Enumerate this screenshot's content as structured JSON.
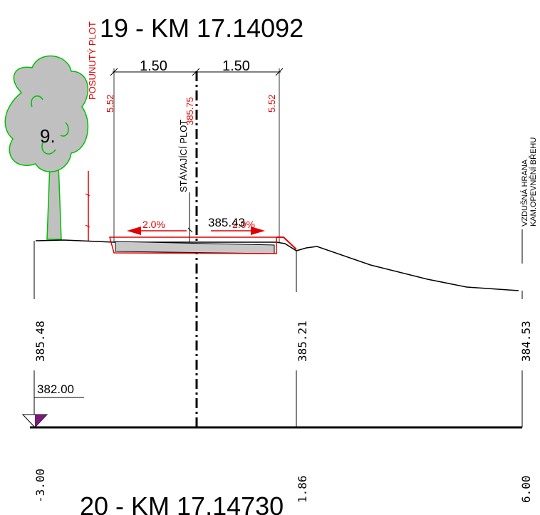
{
  "section": {
    "title": "19 - KM 17.14092",
    "next_title": "20 - KM 17.14730"
  },
  "dimensions": {
    "left_width": "1.50",
    "right_width": "1.50",
    "left_offset": "5.52",
    "right_offset": "5.52",
    "axis_offset": "385.75"
  },
  "labels": {
    "fence_moved": "POSUNUTÝ PLOT",
    "fence_existing": "STÁVAJÍCÍ PLOT",
    "bank_edge": "VZDUŠNÁ HRANA",
    "bank_edge_2": "KAM.OPEVNĚNÍ BŘEHU",
    "tree_number": "9."
  },
  "slopes": {
    "left": "2.0%",
    "right": "2.0%",
    "axis_elevation": "385.43"
  },
  "datum": "382.00",
  "elevations": [
    "385.48",
    "385.21",
    "384.53"
  ],
  "stations": [
    "-3.00",
    "1.86",
    "6.00"
  ],
  "colors": {
    "design": "#e00000",
    "terrain": "#000000",
    "tree_outline": "#00c000",
    "tree_fill": "#c0c0c0",
    "datum_marker": "#7a1a7a"
  }
}
